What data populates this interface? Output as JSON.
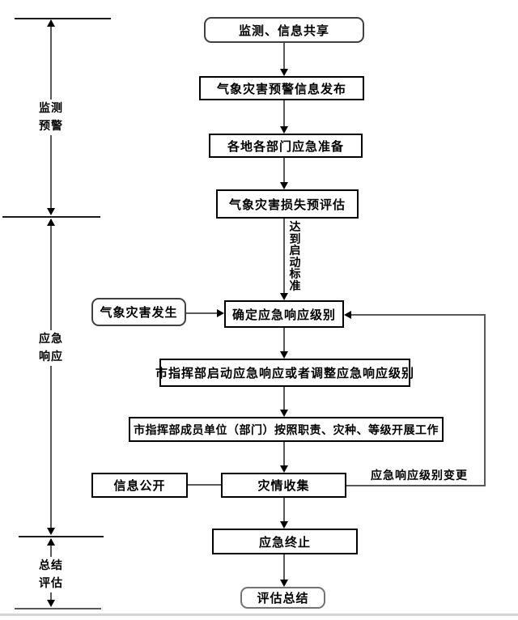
{
  "phases": [
    {
      "lines": [
        "监测",
        "预警"
      ]
    },
    {
      "lines": [
        "应急",
        "响应"
      ]
    },
    {
      "lines": [
        "总结",
        "评估"
      ]
    }
  ],
  "nodes": {
    "monitor_share": "监测、信息共享",
    "warning_release": "气象灾害预警信息发布",
    "dept_prepare": "各地各部门应急准备",
    "loss_preassess": "气象灾害损失预评估",
    "disaster_occur": "气象灾害发生",
    "determine_level": "确定应急响应级别",
    "start_or_adjust": "市指挥部启动应急响应或者调整应急响应级别",
    "members_work": "市指挥部成员单位（部门）按照职责、灾种、等级开展工作",
    "info_public": "信息公开",
    "disaster_collect": "灾情收集",
    "emergency_end": "应急终止",
    "evaluate_summary": "评估总结"
  },
  "edge_labels": {
    "reach_criteria": "达到启动标准",
    "level_change": "应急响应级别变更"
  },
  "colors": {
    "shaft_gray": "#595959",
    "separator_black": "#1a1a1a",
    "box_border": "#000000",
    "rounded_border": "#404040",
    "page_edge_gray": "#d4d4d4"
  }
}
